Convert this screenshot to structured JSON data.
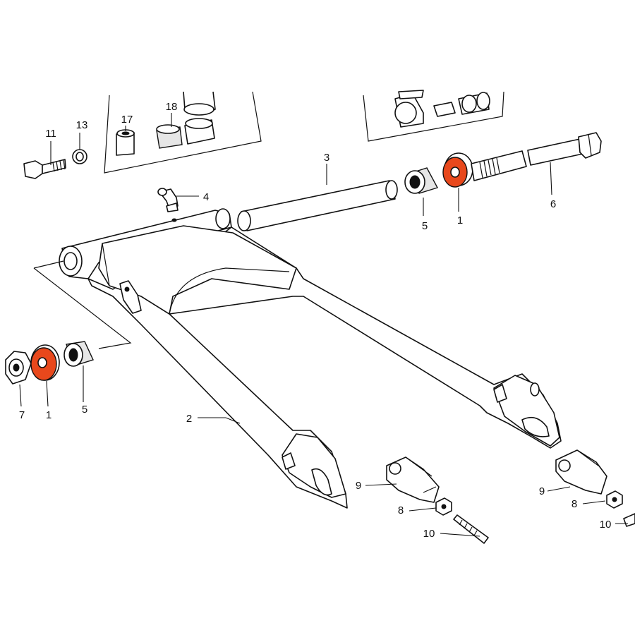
{
  "highlight_color": "#e8481c",
  "callouts": {
    "c1_rear": "1",
    "c1_front": "1",
    "c2": "2",
    "c3": "3",
    "c4": "4",
    "c5_rear": "5",
    "c5_front": "5",
    "c6": "6",
    "c7": "7",
    "c8_left": "8",
    "c8_right": "8",
    "c9_left": "9",
    "c9_right": "9",
    "c10_left": "10",
    "c10_right": "10",
    "c11": "11",
    "c13": "13",
    "c17": "17",
    "c18": "18"
  },
  "icons": {
    "highlighted_part": "dust-seal-ring",
    "swingarm": "swingarm-frame"
  }
}
